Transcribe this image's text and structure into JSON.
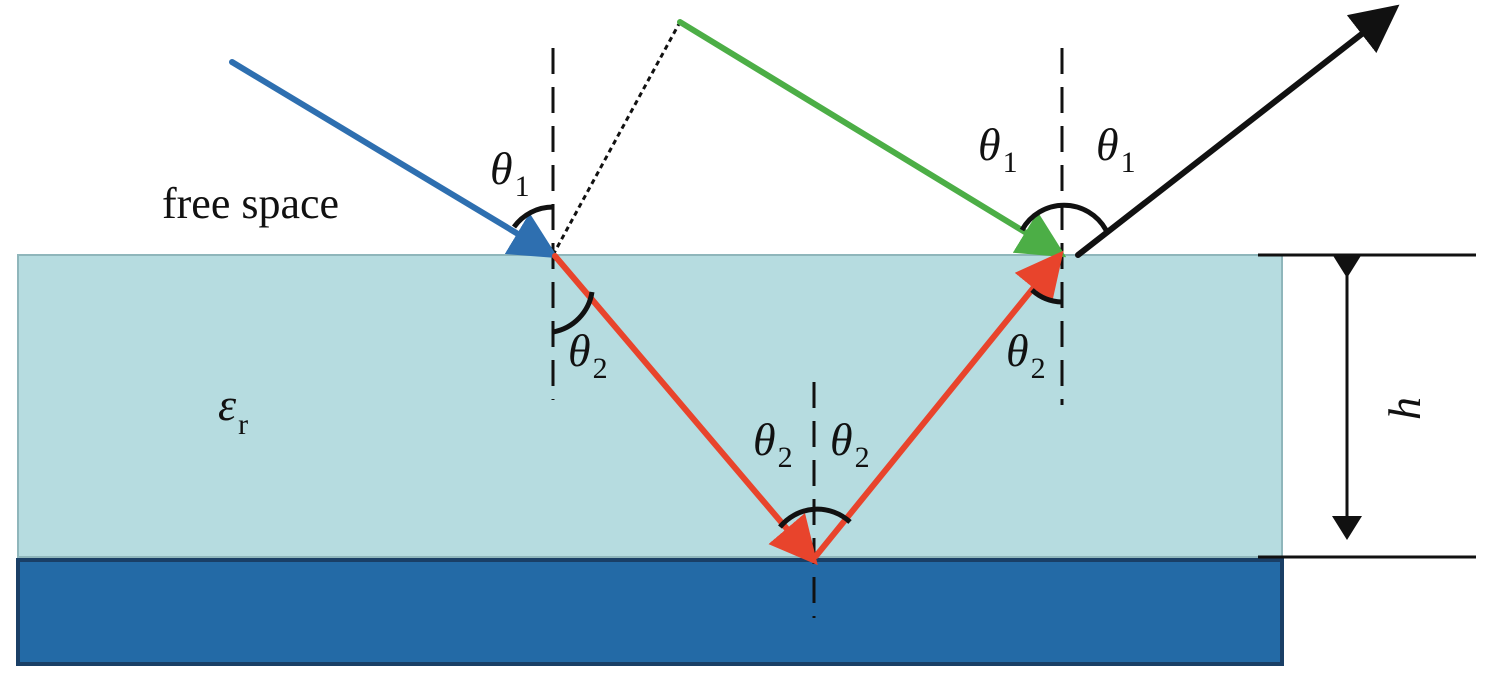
{
  "labels": {
    "free_space": "free space",
    "theta": "θ",
    "epsilon": "ε",
    "sub_1": "1",
    "sub_2": "2",
    "sub_r": "r",
    "thickness": "h"
  },
  "colors": {
    "incident_ray": "#2e6fb0",
    "reflected_ray": "#4cae46",
    "refracted_ray": "#e8442c",
    "outgoing_ray": "#111111",
    "dielectric_fill": "#b6dce0",
    "ground_fill": "#236aa6",
    "line": "#111111"
  }
}
